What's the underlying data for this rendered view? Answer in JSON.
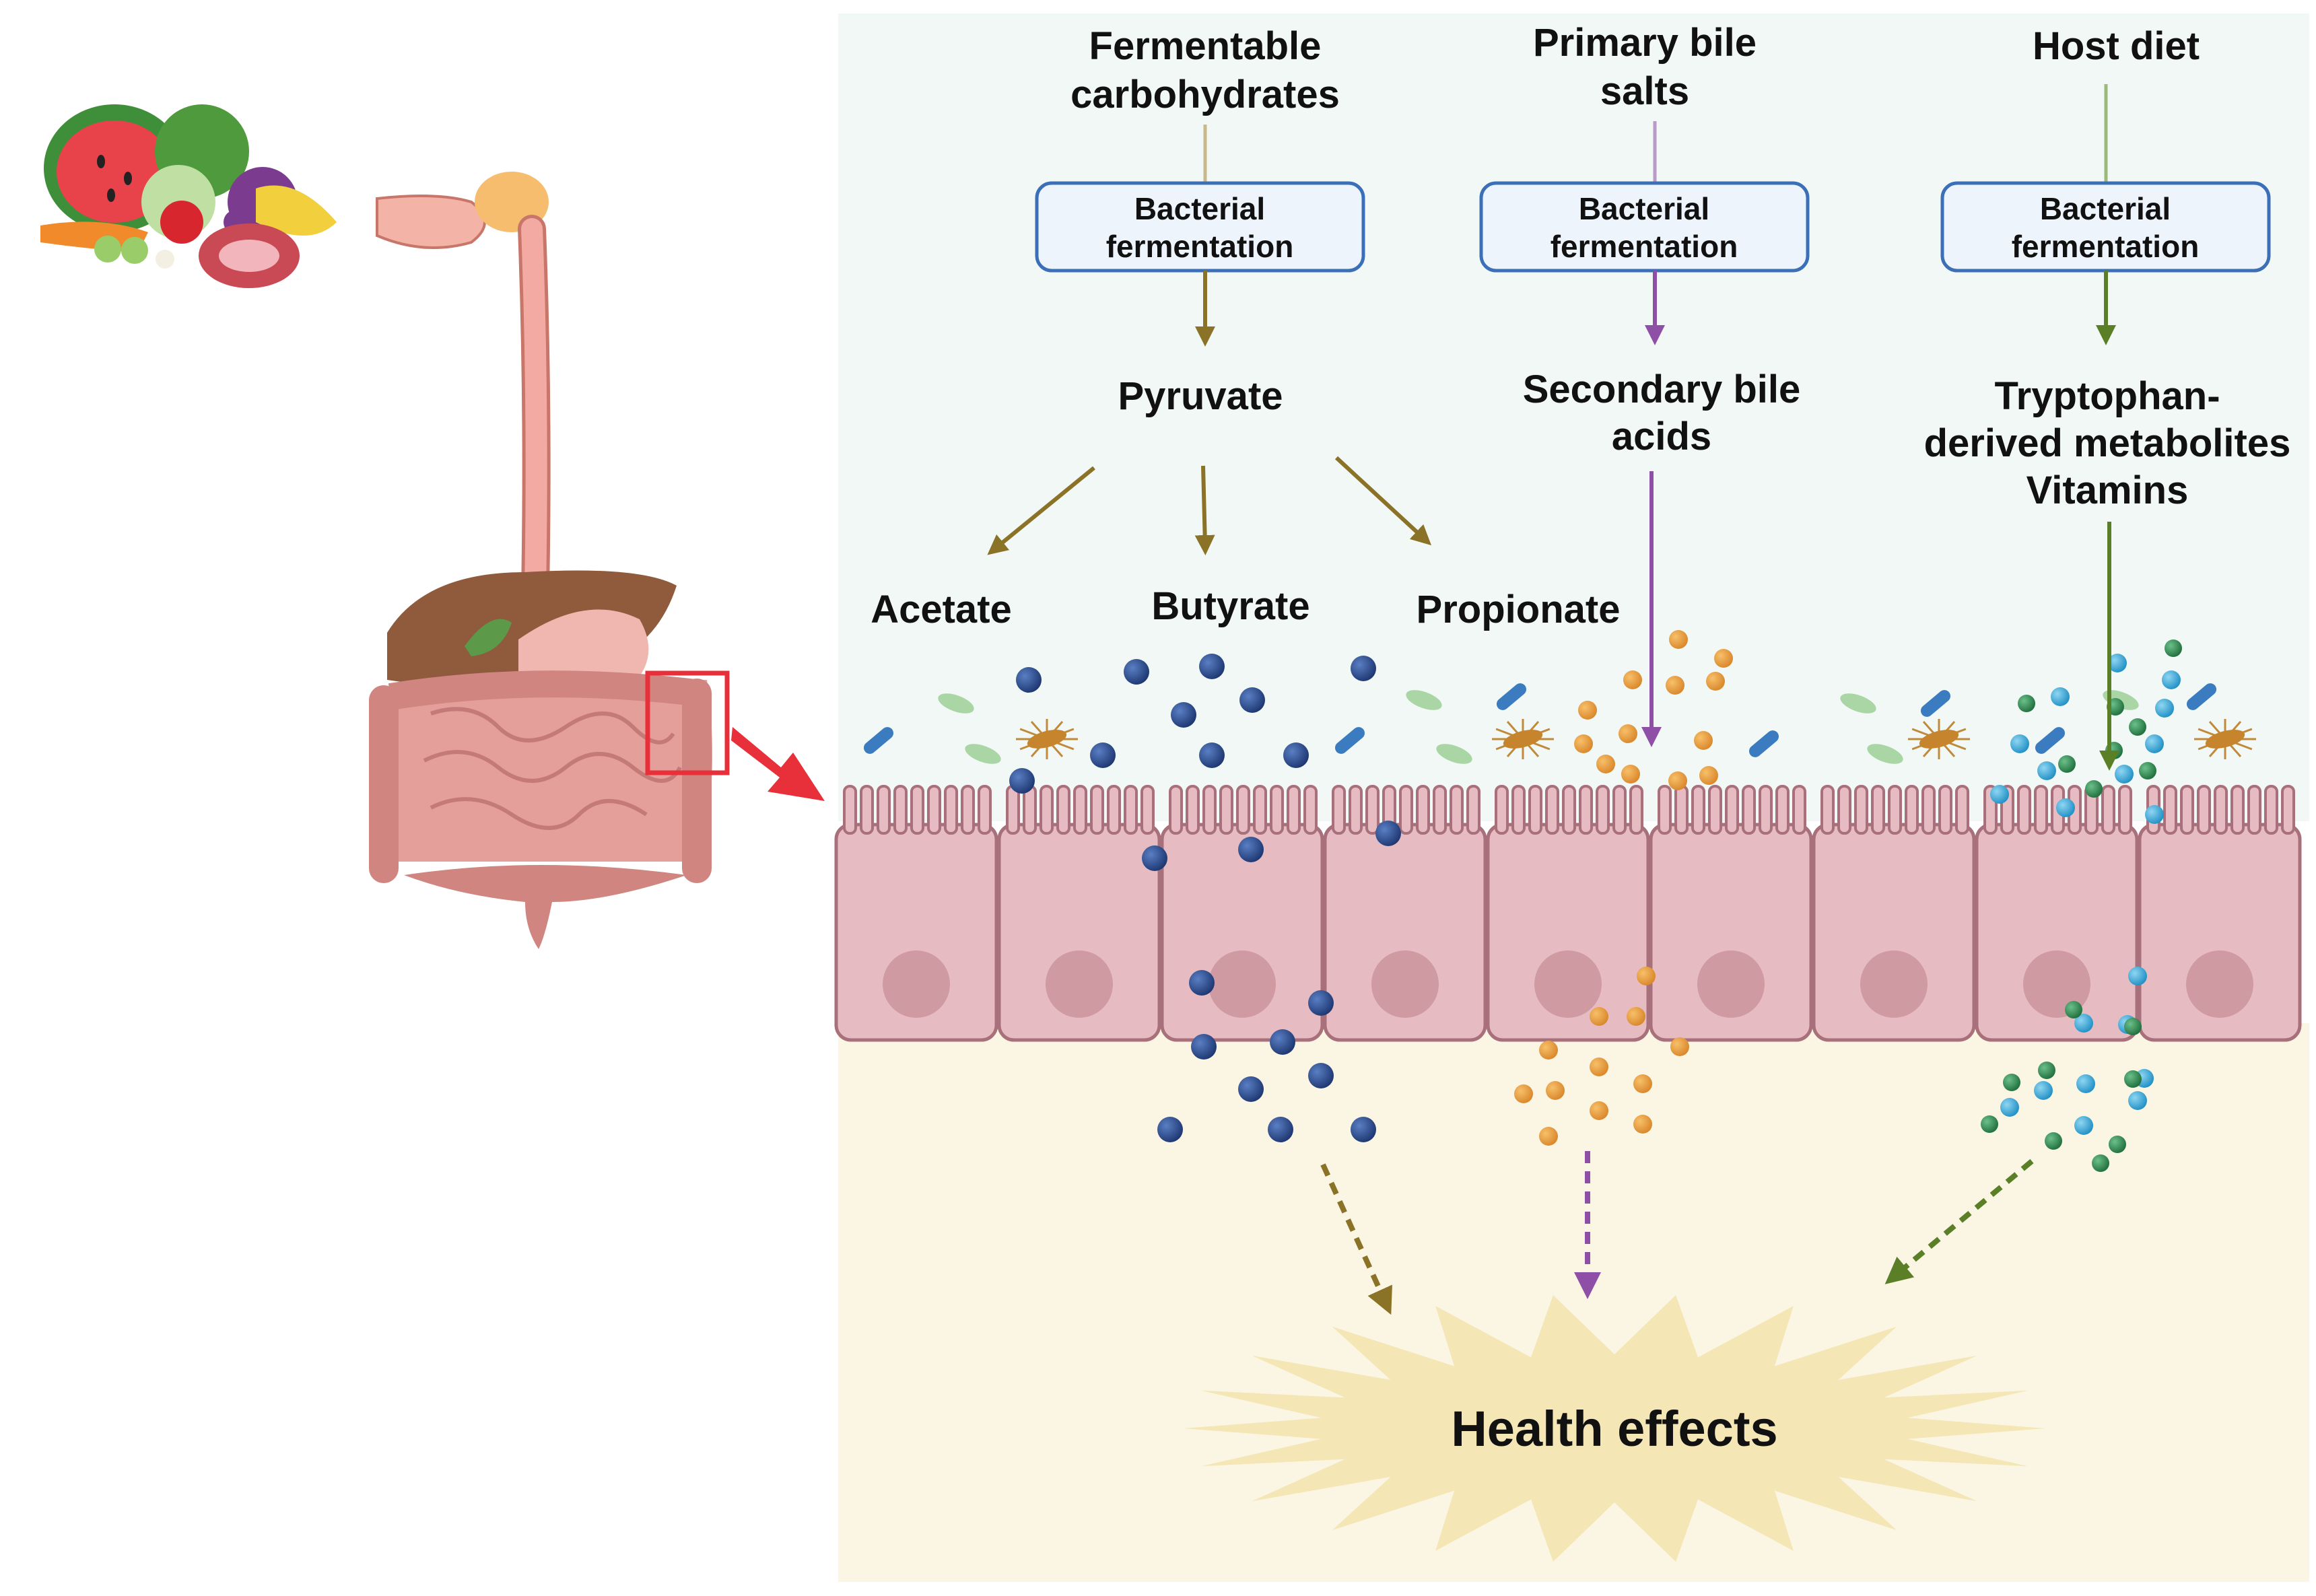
{
  "colors": {
    "lumen_bg": "#f1f8f6",
    "tissue_bg": "#fbf5e3",
    "cell_fill": "#e6bcc2",
    "cell_stroke": "#a8707a",
    "nucleus": "#cf9aa2",
    "box_fill": "#eef4fc",
    "box_stroke": "#3b6fb8",
    "scfa_arrow": "#8a7226",
    "bile_arrow": "#8e4fa6",
    "diet_arrow": "#5b7f27",
    "butyrate_particle": "#22407f",
    "bile_particle": "#e19a34",
    "trp_particle_cyan": "#2fa3d6",
    "trp_particle_green": "#2d8a4e",
    "starburst": "#f5e6b6",
    "highlight_red": "#e8303a"
  },
  "pathways": {
    "carb": {
      "source": [
        "Fermentable",
        "carbohydrates"
      ],
      "box": [
        "Bacterial",
        "fermentation"
      ],
      "intermediate": "Pyruvate",
      "products": [
        "Acetate",
        "Butyrate",
        "Propionate"
      ]
    },
    "bile": {
      "source": [
        "Primary bile",
        "salts"
      ],
      "box": [
        "Bacterial",
        "fermentation"
      ],
      "product": [
        "Secondary bile",
        "acids"
      ]
    },
    "diet": {
      "source": [
        "Host diet"
      ],
      "box": [
        "Bacterial",
        "fermentation"
      ],
      "product": [
        "Tryptophan-",
        "derived metabolites",
        "Vitamins"
      ]
    }
  },
  "outcome": {
    "label": "Health effects"
  },
  "icons": {
    "food": "food-icon",
    "gut": "digestive-system-icon",
    "bacteria": "bacteria-icon"
  }
}
